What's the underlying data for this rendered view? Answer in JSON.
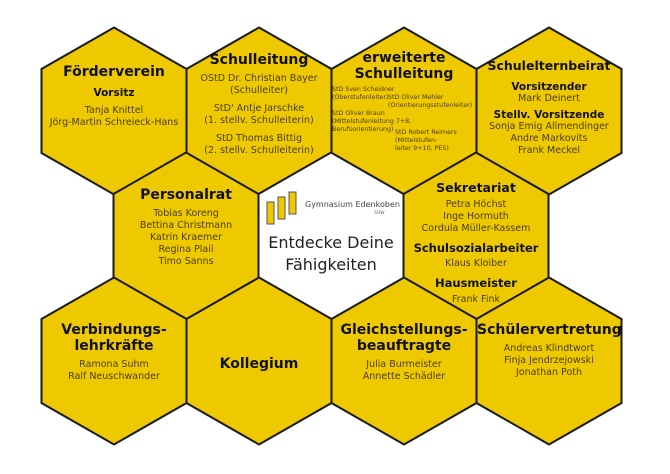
{
  "colors": {
    "hex_fill": "#EFC900",
    "hex_stroke": "#1a1a1a",
    "center_fill": "#ffffff"
  },
  "foerderverein": {
    "title": "Förderverein",
    "sub": "Vorsitz",
    "names": [
      "Tanja Knittel",
      "Jörg-Martin Schreieck-Hans"
    ]
  },
  "schulleitung": {
    "title": "Schulleitung",
    "lines": [
      "OStD Dr. Christian Bayer",
      "(Schulleiter)",
      "StD' Antje Jarschke",
      "(1. stellv. Schulleiterin)",
      "StD Thomas Bittig",
      "(2. stellv. Schulleiterin)"
    ]
  },
  "erweiterte": {
    "title": "erweiterte Schulleitung",
    "lines": [
      "StD Sven Scheidner",
      "(Oberstufenleiter)",
      "StD Oliver Mehler",
      "(Orientierungsstufenleiter)",
      "StD Oliver Braun",
      "(Mittelstufenleitung 7+8,",
      "Berufsorientierung)",
      "StD Robert Reimers",
      "(Mittelstufen-",
      "leiter 9+10, PES)"
    ]
  },
  "schulelternbeirat": {
    "title": "Schulelternbeirat",
    "sub1": "Vorsitzender",
    "name1": "Mark Deinert",
    "sub2": "Stellv. Vorsitzende",
    "names2": [
      "Sonja Emig Allmendinger",
      "Andre Markovits",
      "Frank Meckel"
    ]
  },
  "personalrat": {
    "title": "Personalrat",
    "names": [
      "Tobias Koreng",
      "Bettina Christmann",
      "Katrin Kraemer",
      "Regina Plail",
      "Timo Sanns"
    ]
  },
  "center": {
    "logo_text": "Gymnasium Edenkoben",
    "logo_sub": "SÜW",
    "slogan": "Entdecke Deine Fähigkeiten"
  },
  "sekretariat": {
    "title": "Sekretariat",
    "names": [
      "Petra Höchst",
      "Inge Hormuth",
      "Cordula Müller-Kassem"
    ],
    "sub2": "Schulsozialarbeiter",
    "name2": "Klaus Kloiber",
    "sub3": "Hausmeister",
    "name3": "Frank Fink"
  },
  "verbindung": {
    "title": "Verbindungs- lehrkräfte",
    "names": [
      "Ramona Suhm",
      "Ralf Neuschwander"
    ]
  },
  "kollegium": {
    "title": "Kollegium"
  },
  "gleichstellung": {
    "title": "Gleichstellungs- beauftragte",
    "names": [
      "Julia Burmeister",
      "Annette Schädler"
    ]
  },
  "schuelervertretung": {
    "title": "Schülervertretung",
    "names": [
      "Andreas Klindtwort",
      "Finja Jendrzejowski",
      "Jonathan Poth"
    ]
  }
}
